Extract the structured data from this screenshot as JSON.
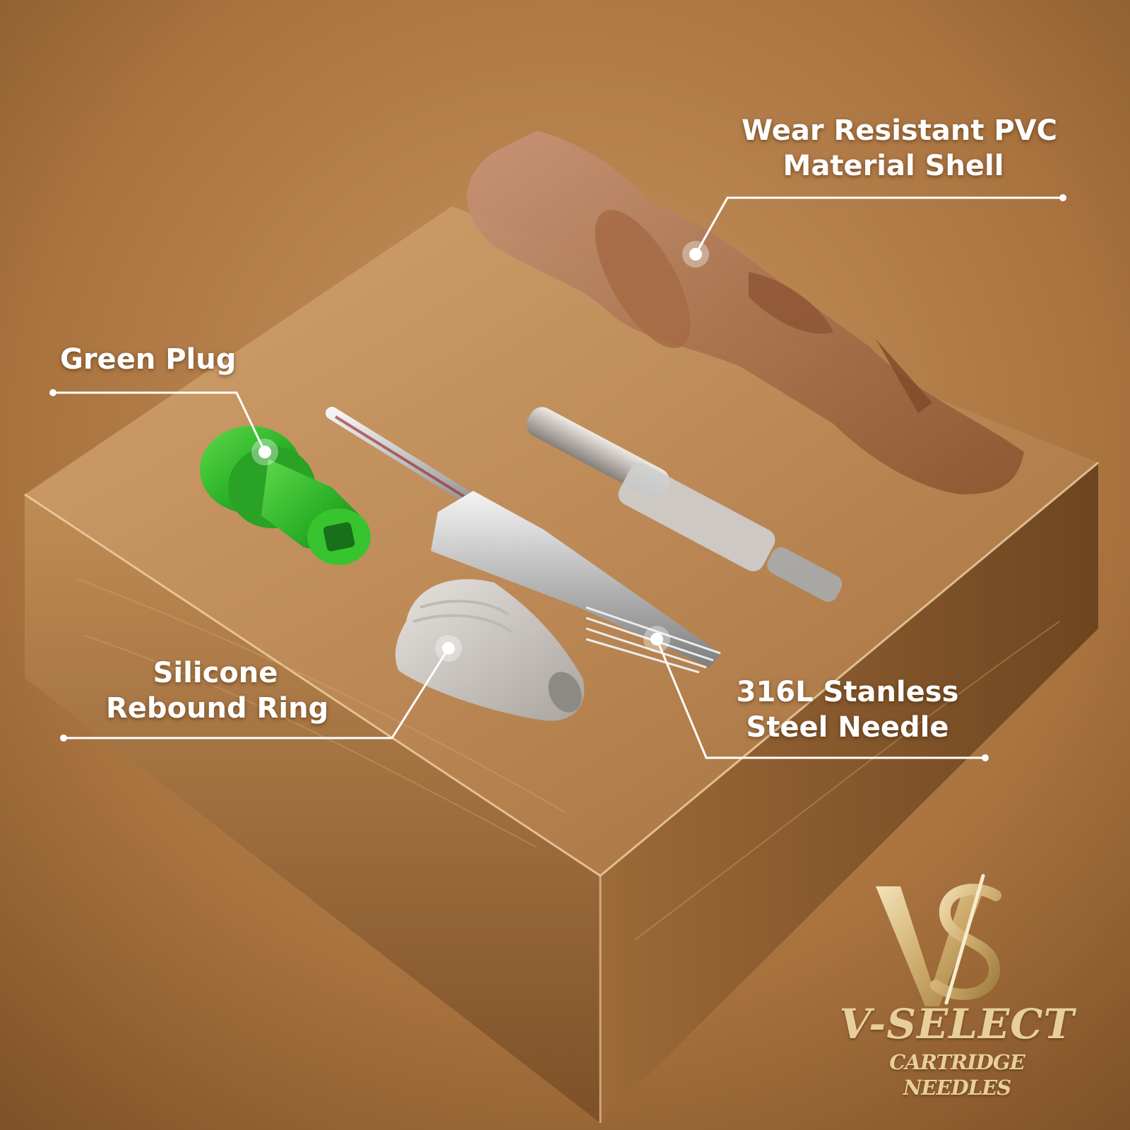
{
  "callouts": {
    "shell": {
      "line1": "Wear Resistant PVC",
      "line2": "Material Shell"
    },
    "plug": {
      "label": "Green Plug"
    },
    "ring": {
      "line1": "Silicone",
      "line2": "Rebound Ring"
    },
    "needle": {
      "line1": "316L Stanless",
      "line2": "Steel Needle"
    }
  },
  "brand": {
    "logo_letters": "VS",
    "name": "V-SELECT",
    "tagline": "CARTRIDGE NEEDLES"
  },
  "colors": {
    "background": "#a9733f",
    "plug_green": "#2fb52a",
    "shell_amber": "#b07a52",
    "logo_gold": "#e7cf9c",
    "callout_white": "#ffffff"
  },
  "icons": [
    "callout-dot-icon",
    "monogram-logo-icon"
  ]
}
